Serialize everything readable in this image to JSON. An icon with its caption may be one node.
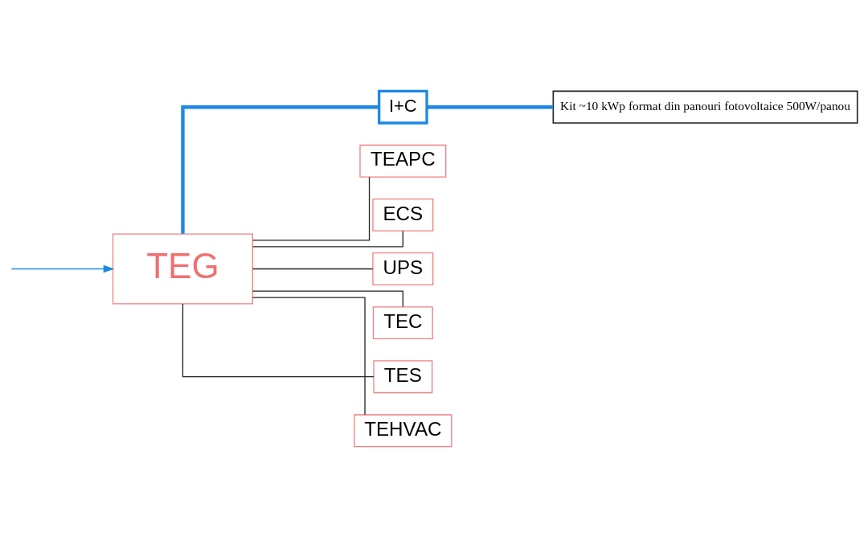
{
  "diagram": {
    "nodes": [
      {
        "text": [
          "Kit ~10 kWp format din panouri fotovoltaice 500W/panou"
        ]
      },
      {
        "text": [
          "I+C"
        ]
      },
      {
        "text": [
          "TEAPC"
        ]
      },
      {
        "text": [
          "ECS"
        ]
      },
      {
        "text": [
          "UPS"
        ]
      },
      {
        "text": [
          "TEC"
        ]
      },
      {
        "text": [
          "TES"
        ]
      },
      {
        "text": [
          "TEHVAC"
        ]
      },
      {
        "text": [
          "TEG"
        ]
      }
    ],
    "edges": [
      {
        "from": 8,
        "to": 1,
        "arrow": "none",
        "style": "thick",
        "color": "#1e88e5"
      },
      {
        "from": 1,
        "to": 0,
        "arrow": "none",
        "style": "thick",
        "color": "#1e88e5"
      },
      {
        "from": 8,
        "to": 2,
        "arrow": "none"
      },
      {
        "from": 8,
        "to": 3,
        "arrow": "none"
      },
      {
        "from": 8,
        "to": 4,
        "arrow": "none"
      },
      {
        "from": 8,
        "to": 5,
        "arrow": "none"
      },
      {
        "from": 8,
        "to": 6,
        "arrow": "none"
      },
      {
        "from": 8,
        "to": 7,
        "arrow": "none"
      },
      {
        "from": null,
        "to": 8,
        "arrow": "to",
        "color": "#1e88e5"
      }
    ]
  }
}
